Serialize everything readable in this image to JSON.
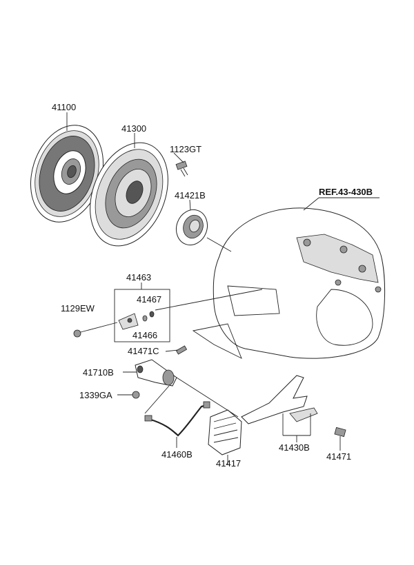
{
  "labels": {
    "p41100": "41100",
    "p41300": "41300",
    "p1123GT": "1123GT",
    "p41421B": "41421B",
    "ref": "REF.43-430B",
    "p41463": "41463",
    "p41467": "41467",
    "p1129EW": "1129EW",
    "p41466": "41466",
    "p41471C": "41471C",
    "p41710B": "41710B",
    "p1339GA": "1339GA",
    "p41460B": "41460B",
    "p41417": "41417",
    "p41430B": "41430B",
    "p41471": "41471"
  },
  "colors": {
    "line": "#222222",
    "background": "#ffffff"
  }
}
